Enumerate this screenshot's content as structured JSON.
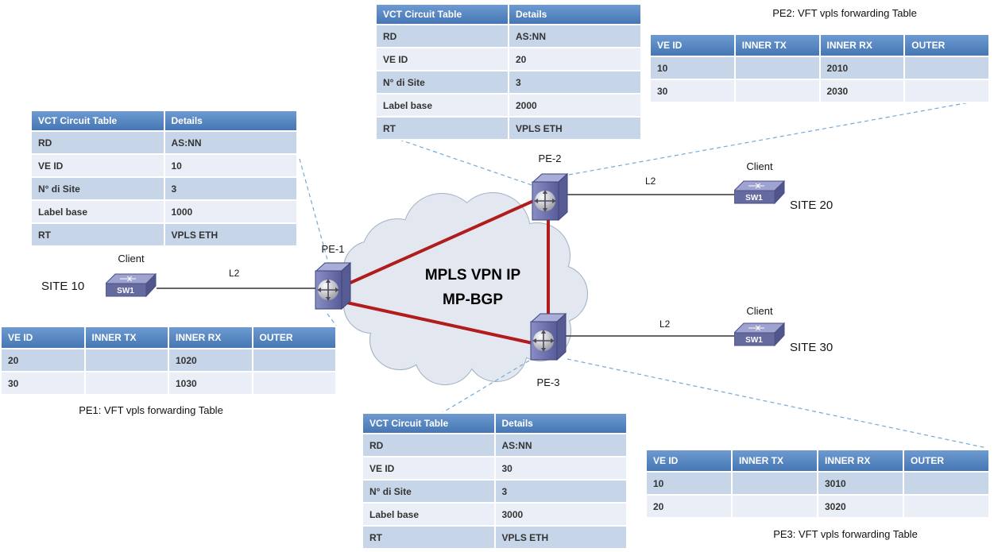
{
  "diagram": {
    "cloud": {
      "line1": "MPLS VPN IP",
      "line2": "MP-BGP"
    },
    "routers": {
      "pe1": "PE-1",
      "pe2": "PE-2",
      "pe3": "PE-3"
    },
    "sites": {
      "site10": {
        "name": "SITE 10",
        "client": "Client",
        "switch": "SW1",
        "link": "L2"
      },
      "site20": {
        "name": "SITE 20",
        "client": "Client",
        "switch": "SW1",
        "link": "L2"
      },
      "site30": {
        "name": "SITE 30",
        "client": "Client",
        "switch": "SW1",
        "link": "L2"
      }
    }
  },
  "vct_tables": {
    "pe1": {
      "headers": [
        "VCT Circuit Table",
        "Details"
      ],
      "rows": [
        [
          "RD",
          "AS:NN"
        ],
        [
          "VE ID",
          "10"
        ],
        [
          "N° di Site",
          "3"
        ],
        [
          "Label base",
          "1000"
        ],
        [
          "RT",
          "VPLS ETH"
        ]
      ]
    },
    "pe2": {
      "headers": [
        "VCT Circuit Table",
        "Details"
      ],
      "rows": [
        [
          "RD",
          "AS:NN"
        ],
        [
          "VE ID",
          "20"
        ],
        [
          "N° di Site",
          "3"
        ],
        [
          "Label base",
          "2000"
        ],
        [
          "RT",
          "VPLS ETH"
        ]
      ]
    },
    "pe3": {
      "headers": [
        "VCT Circuit Table",
        "Details"
      ],
      "rows": [
        [
          "RD",
          "AS:NN"
        ],
        [
          "VE ID",
          "30"
        ],
        [
          "N° di Site",
          "3"
        ],
        [
          "Label base",
          "3000"
        ],
        [
          "RT",
          "VPLS ETH"
        ]
      ]
    }
  },
  "vft_tables": {
    "pe1": {
      "caption": "PE1: VFT vpls forwarding Table",
      "headers": [
        "VE ID",
        "INNER TX",
        "INNER RX",
        "OUTER"
      ],
      "rows": [
        [
          "20",
          "",
          "1020",
          ""
        ],
        [
          "30",
          "",
          "1030",
          ""
        ]
      ]
    },
    "pe2": {
      "caption": "PE2: VFT vpls forwarding Table",
      "headers": [
        "VE ID",
        "INNER TX",
        "INNER RX",
        "OUTER"
      ],
      "rows": [
        [
          "10",
          "",
          "2010",
          ""
        ],
        [
          "30",
          "",
          "2030",
          ""
        ]
      ]
    },
    "pe3": {
      "caption": "PE3: VFT vpls forwarding Table",
      "headers": [
        "VE ID",
        "INNER TX",
        "INNER RX",
        "OUTER"
      ],
      "rows": [
        [
          "10",
          "",
          "3010",
          ""
        ],
        [
          "20",
          "",
          "3020",
          ""
        ]
      ]
    }
  },
  "colors": {
    "table_header": "#4f81bd",
    "band_dark": "#c7d5e8",
    "band_light": "#eaeff7",
    "core_link": "#b11c1c",
    "connector_dashed": "#74a9d8",
    "cloud_fill": "#e2e7f0"
  }
}
